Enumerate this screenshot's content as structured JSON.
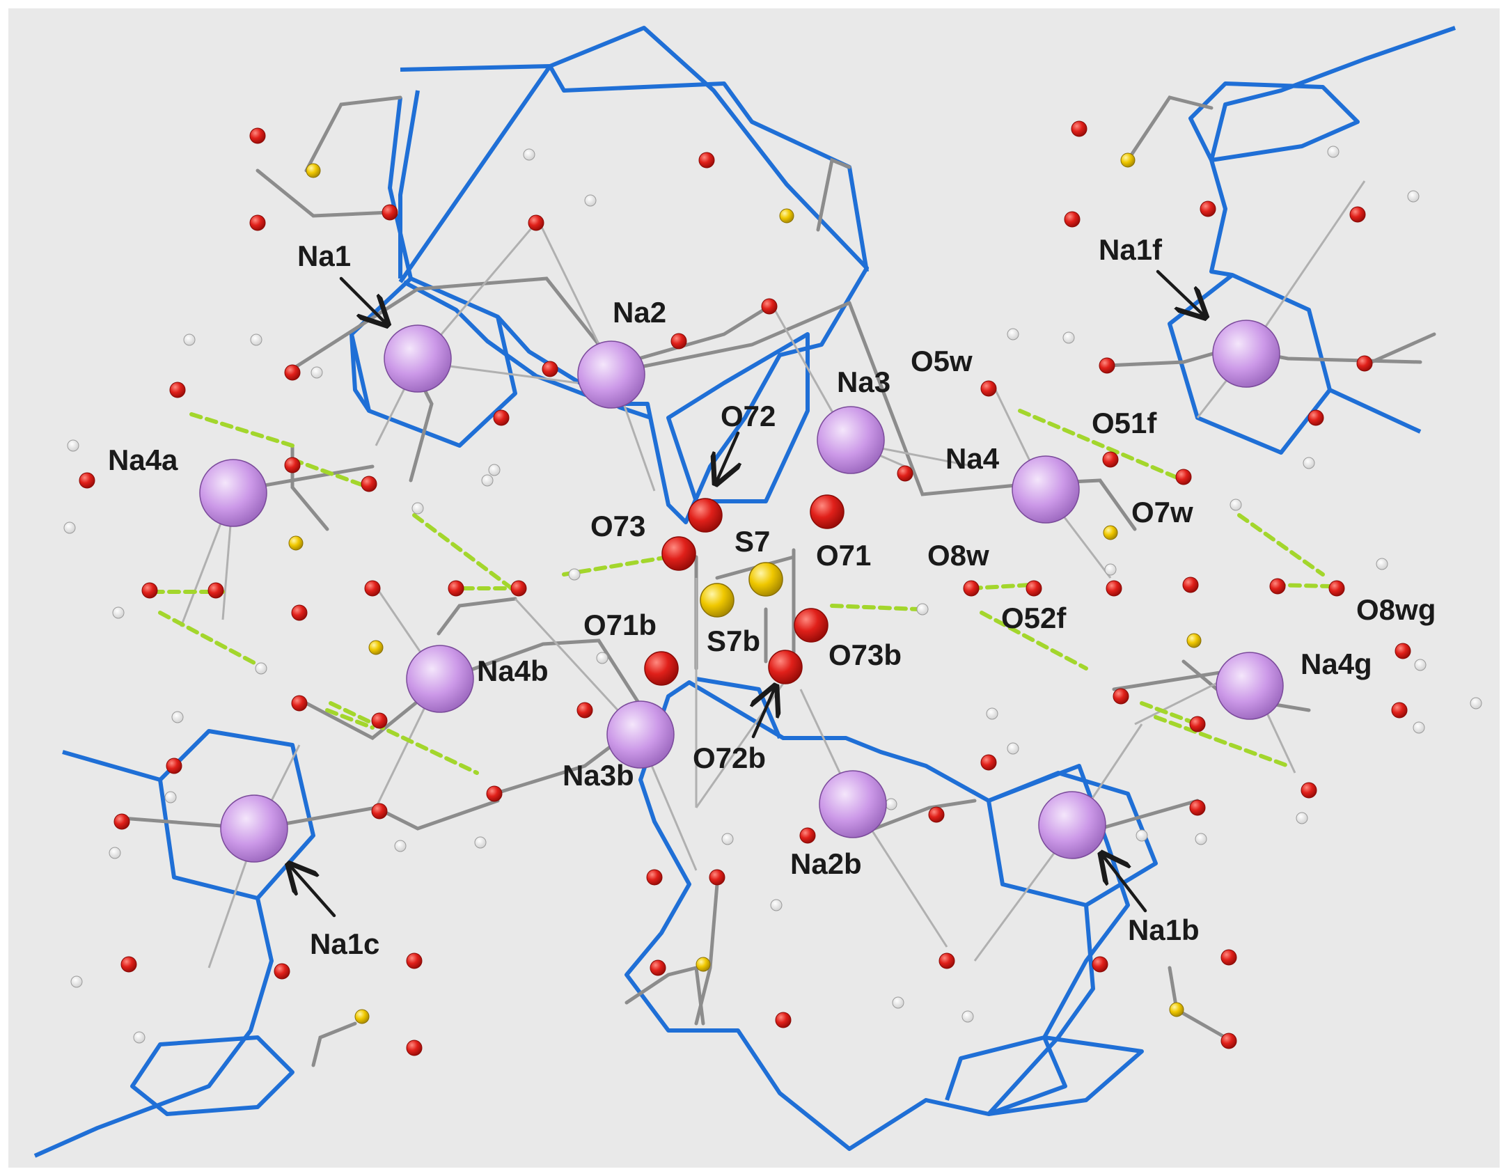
{
  "colors": {
    "background": "#e9e9e9",
    "frame": "#ffffff",
    "ligand_bond": "#1f6fd6",
    "bond": "#8c8c8c",
    "thin_bond": "#a8a8a8",
    "hydrogen_bond": "#a3d62c",
    "sodium": "#cc99e8",
    "oxygen": "#e0201a",
    "sulfur": "#f0c800",
    "hydrogen": "#ffffff",
    "label": "#1a1a1a"
  },
  "labels": {
    "na1": "Na1",
    "na2": "Na2",
    "na3": "Na3",
    "na4": "Na4",
    "na4a": "Na4a",
    "na4b": "Na4b",
    "na3b": "Na3b",
    "na2b": "Na2b",
    "na1b": "Na1b",
    "na1c": "Na1c",
    "na1f": "Na1f",
    "na4g": "Na4g",
    "o5w": "O5w",
    "o72": "O72",
    "o73": "O73",
    "s7": "S7",
    "o71": "O71",
    "o51f": "O51f",
    "o7w": "O7w",
    "o8w": "O8w",
    "o8wg": "O8wg",
    "o52f": "O52f",
    "o71b": "O71b",
    "s7b": "S7b",
    "o73b": "O73b",
    "o72b": "O72b"
  }
}
